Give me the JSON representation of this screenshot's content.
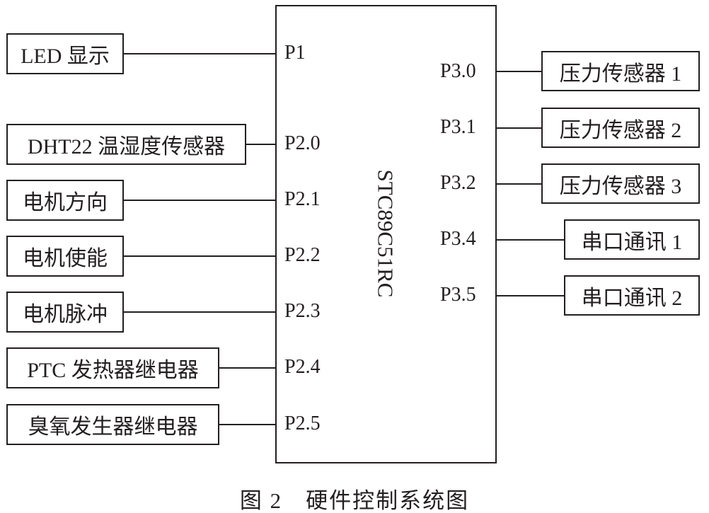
{
  "mcu": {
    "label": "STC89C51RC"
  },
  "left_connections": [
    {
      "device": "LED 显示",
      "pin": "P1"
    },
    {
      "device": "DHT22 温湿度传感器",
      "pin": "P2.0"
    },
    {
      "device": "电机方向",
      "pin": "P2.1"
    },
    {
      "device": "电机使能",
      "pin": "P2.2"
    },
    {
      "device": "电机脉冲",
      "pin": "P2.3"
    },
    {
      "device": "PTC 发热器继电器",
      "pin": "P2.4"
    },
    {
      "device": "臭氧发生器继电器",
      "pin": "P2.5"
    }
  ],
  "right_connections": [
    {
      "device": "压力传感器 1",
      "pin": "P3.0"
    },
    {
      "device": "压力传感器 2",
      "pin": "P3.1"
    },
    {
      "device": "压力传感器 3",
      "pin": "P3.2"
    },
    {
      "device": "串口通讯 1",
      "pin": "P3.4"
    },
    {
      "device": "串口通讯 2",
      "pin": "P3.5"
    }
  ],
  "caption": "图 2　硬件控制系统图"
}
